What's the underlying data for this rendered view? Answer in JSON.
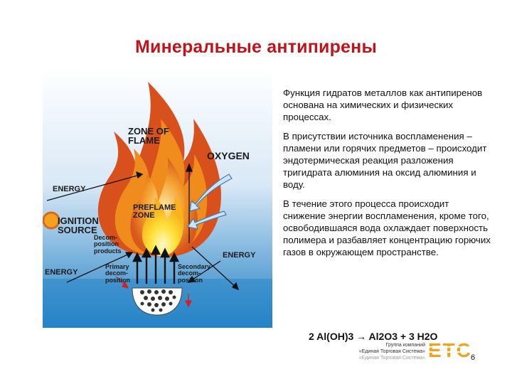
{
  "slide": {
    "title": "Минеральные антипирены",
    "page_number": "6"
  },
  "diagram": {
    "labels": {
      "zone_of_flame_1": "ZONE OF",
      "zone_of_flame_2": "FLAME",
      "oxygen": "OXYGEN",
      "energy_top": "ENERGY",
      "preflame_1": "PREFLAME",
      "preflame_2": "ZONE",
      "ignition_1": "IGNITION",
      "ignition_2": "SOURCE",
      "decomp_products_1": "Decom-",
      "decomp_products_2": "position",
      "decomp_products_3": "products",
      "energy_right": "ENERGY",
      "energy_bottom": "ENERGY",
      "primary_1": "Primary",
      "primary_2": "decom-",
      "primary_3": "position",
      "secondary_1": "Secondary",
      "secondary_2": "decom-",
      "secondary_3": "position"
    }
  },
  "body_text": {
    "p1": "Функция гидратов металлов как антипиренов основана на химических и физических процессах.",
    "p2": "В присутствии источника воспламенения – пламени или горячих предметов – происходит эндотермическая реакция разложения тригидрата алюминия на оксид алюминия и воду.",
    "p3": "В течение этого процесса происходит снижение энергии воспламенения, кроме того, освободившаяся вода охлаждает поверхность полимера и разбавляет концентрацию горючих газов в окружающем пространстве."
  },
  "formula": "2 Al(OH)3 → Al2O3 + 3 H2O",
  "company": {
    "line1": "Группа компаний",
    "line2": "«Единая Торговая Система»",
    "line3": "«Единая Торговая Система»",
    "logo_text": "ETC"
  },
  "colors": {
    "title": "#c0141b",
    "sky_top": "#ffffff",
    "sky_bottom": "#1f7fc4",
    "flame_outer": "#d8501c",
    "flame_mid": "#f08c1e",
    "flame_inner": "#ffd21e",
    "logo": "#f5a21a"
  }
}
